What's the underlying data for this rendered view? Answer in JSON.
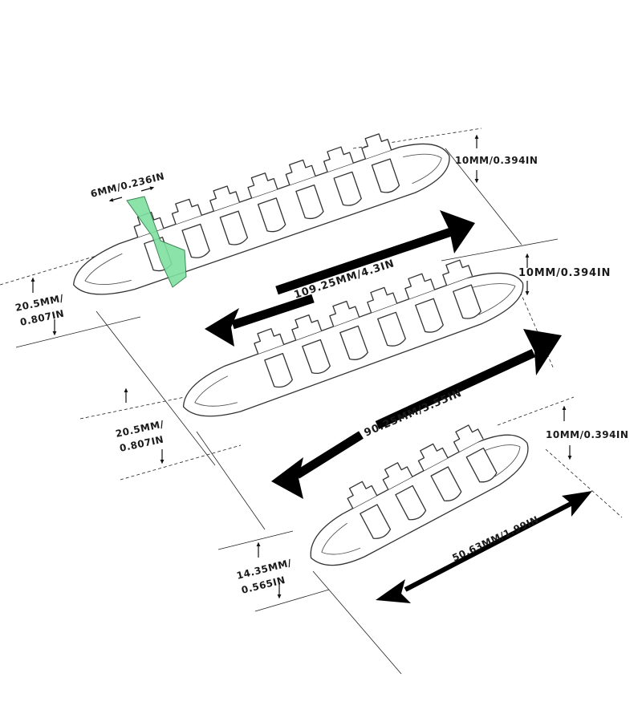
{
  "diagram": {
    "clips": [
      {
        "name": "large-7-slot",
        "slots": 7,
        "length_label": "109.25MM/4.3IN",
        "height_label_line1": "20.5MM/",
        "height_label_line2": "0.807IN",
        "thickness_label": "10MM/0.394IN",
        "slot_width_label": "6MM/0.236IN"
      },
      {
        "name": "medium-6-slot",
        "slots": 6,
        "length_label": "90.25MM/3.55IN",
        "height_label_line1": "20.5MM/",
        "height_label_line2": "0.807IN",
        "thickness_label": "10MM/0.394IN"
      },
      {
        "name": "small-4-slot",
        "slots": 4,
        "length_label": "50.63MM/1.99IN",
        "height_label_line1": "14.35MM/",
        "height_label_line2": "0.565IN",
        "thickness_label": "10MM/0.394IN"
      }
    ],
    "colors": {
      "highlight": "#7fe0a0",
      "line": "#333333",
      "arrow": "#000000"
    }
  }
}
